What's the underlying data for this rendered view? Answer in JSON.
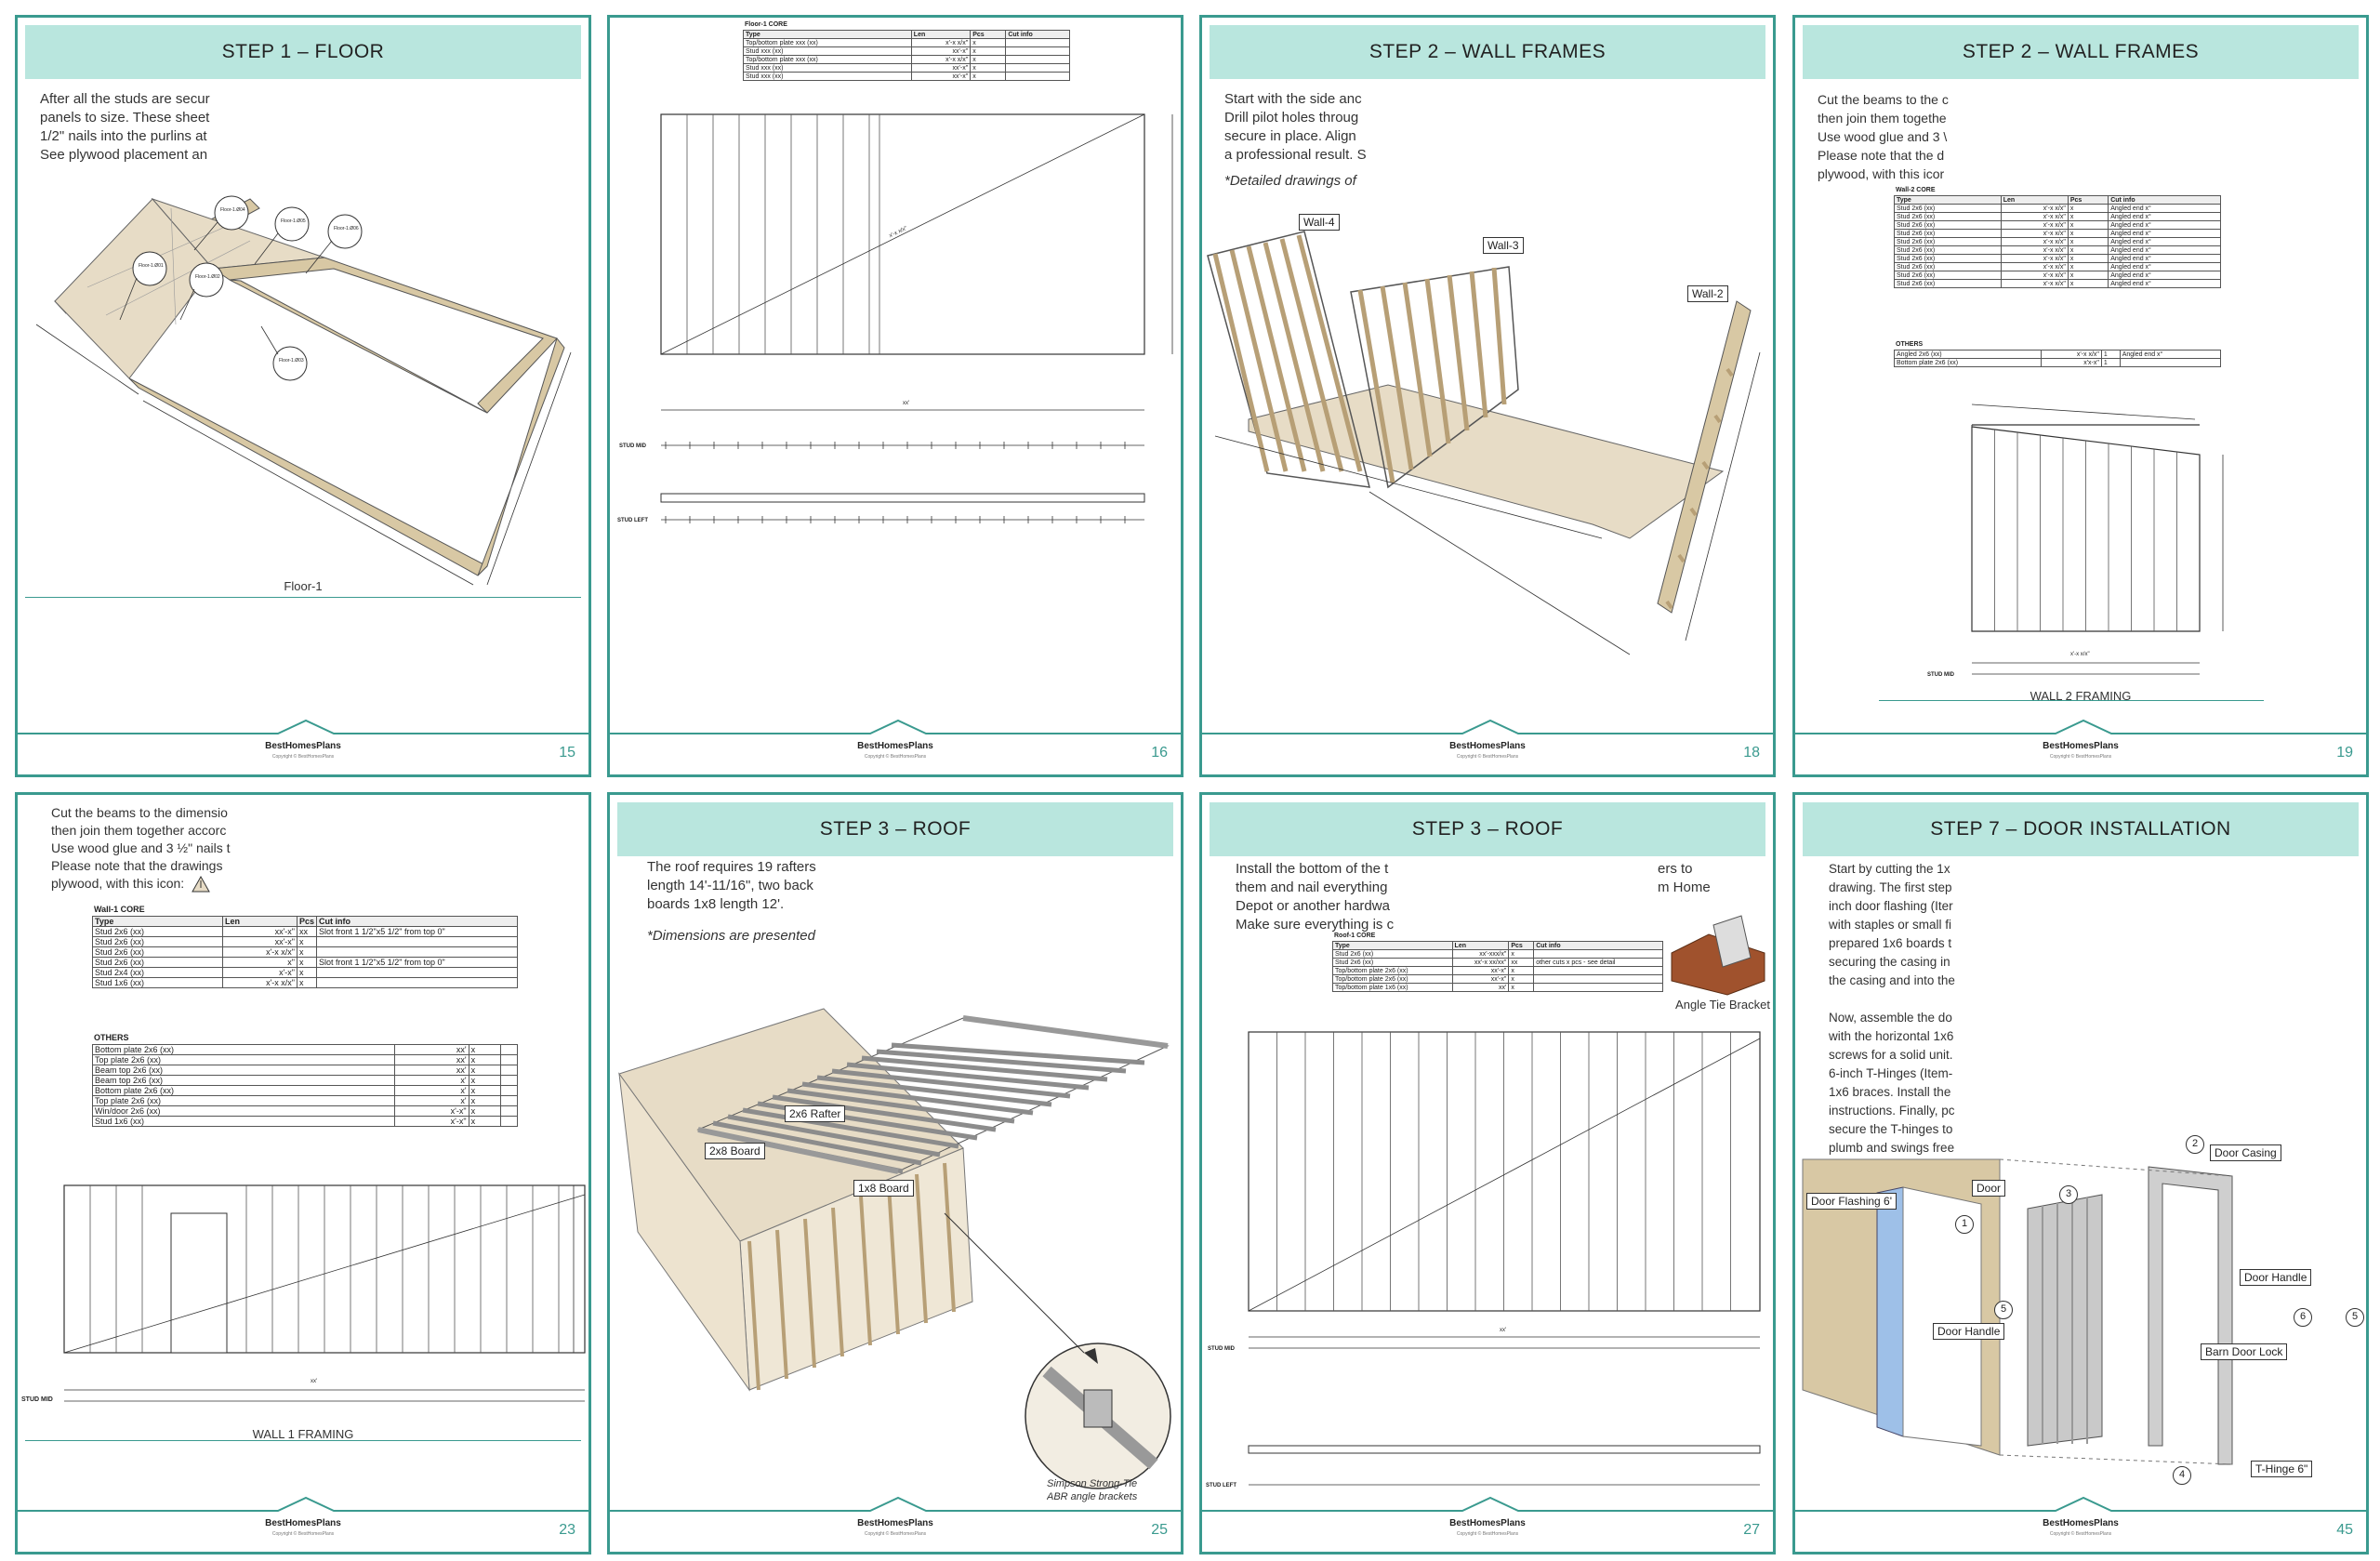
{
  "brand": "BestHomesPlans",
  "copyright": "Copyright © BestHomesPlans",
  "pages": [
    {
      "title": "STEP 1 –  FLOOR",
      "number": "15",
      "text": "After all the studs are secur\npanels to size. These sheet\n1/2\" nails into the purlins at\nSee plywood placement an",
      "caption": "Floor-1",
      "labels": [
        "Floor-1.Ø04",
        "Floor-1.Ø05",
        "Floor-1.Ø06",
        "Floor-1.Ø01",
        "Floor-1.Ø02",
        "Floor-1.Ø03"
      ]
    },
    {
      "title": "",
      "number": "16",
      "table_title": "Floor-1 CORE",
      "table_head": [
        "Type",
        "Len",
        "Pcs",
        "Cut info"
      ],
      "table_rows": [
        [
          "Top/bottom plate xxx (xx)",
          "x'-x x/x\"",
          "x",
          ""
        ],
        [
          "Stud xxx (xx)",
          "xx'-x\"",
          "x",
          ""
        ],
        [
          "Top/bottom plate xxx (xx)",
          "x'-x x/x\"",
          "x",
          ""
        ],
        [
          "Stud xxx (xx)",
          "xx'-x\"",
          "x",
          ""
        ],
        [
          "Stud xxx (xx)",
          "xx'-x\"",
          "x",
          ""
        ]
      ],
      "dim_labels": [
        "STUD MID",
        "STUD LEFT",
        "xx'",
        "x'-x x/x\""
      ]
    },
    {
      "title": "STEP 2 – WALL FRAMES",
      "number": "18",
      "text": "Start with the side anc\nDrill pilot holes throug\nsecure in place. Align\na professional result. S",
      "note": "*Detailed drawings of",
      "callouts": [
        "Wall-4",
        "Wall-3",
        "Wall-2"
      ]
    },
    {
      "title": "STEP 2 – WALL FRAMES",
      "number": "19",
      "text": "Cut the beams to the c\nthen join them togethe\nUse wood glue and 3 \\\nPlease note that the d\nplywood, with this icor",
      "table_title": "Wall-2 CORE",
      "table_head": [
        "Type",
        "Len",
        "Pcs",
        "Cut info"
      ],
      "table_rows": [
        [
          "Stud 2x6 (xx)",
          "x'-x x/x\"",
          "x",
          "Angled end x°"
        ],
        [
          "Stud 2x6 (xx)",
          "x'-x x/x\"",
          "x",
          "Angled end x°"
        ],
        [
          "Stud 2x6 (xx)",
          "x'-x x/x\"",
          "x",
          "Angled end x°"
        ],
        [
          "Stud 2x6 (xx)",
          "x'-x x/x\"",
          "x",
          "Angled end x°"
        ],
        [
          "Stud 2x6 (xx)",
          "x'-x x/x\"",
          "x",
          "Angled end x°"
        ],
        [
          "Stud 2x6 (xx)",
          "x'-x x/x\"",
          "x",
          "Angled end x°"
        ],
        [
          "Stud 2x6 (xx)",
          "x'-x x/x\"",
          "x",
          "Angled end x°"
        ],
        [
          "Stud 2x6 (xx)",
          "x'-x x/x\"",
          "x",
          "Angled end x°"
        ],
        [
          "Stud 2x6 (xx)",
          "x'-x x/x\"",
          "x",
          "Angled end x°"
        ],
        [
          "Stud 2x6 (xx)",
          "x'-x x/x\"",
          "x",
          "Angled end x°"
        ]
      ],
      "others_title": "OTHERS",
      "others_rows": [
        [
          "Angled 2x6 (xx)",
          "x'-x x/x\"",
          "1",
          "Angled end x°"
        ],
        [
          "Bottom plate 2x6 (xx)",
          "x'x-x\"",
          "1",
          ""
        ]
      ],
      "caption": "WALL 2 FRAMING",
      "dim_labels": [
        "STUD MID",
        "x'-x x/x\""
      ]
    },
    {
      "title": "",
      "number": "23",
      "text": "Cut the beams to the dimensio\nthen join them together accorc\nUse wood glue and 3 ½\" nails t\nPlease note that the drawings\nplywood, with this icon:",
      "table_title": "Wall-1 CORE",
      "table_head": [
        "Type",
        "Len",
        "Pcs",
        "Cut info"
      ],
      "table_rows": [
        [
          "Stud 2x6 (xx)",
          "xx'-x\"",
          "xx",
          "Slot front 1 1/2\"x5 1/2\" from top 0\""
        ],
        [
          "Stud 2x6 (xx)",
          "xx'-x\"",
          "x",
          ""
        ],
        [
          "Stud 2x6 (xx)",
          "x'-x x/x\"",
          "x",
          ""
        ],
        [
          "Stud 2x6 (xx)",
          "x\"",
          "x",
          "Slot front 1 1/2\"x5 1/2\" from top 0\""
        ],
        [
          "Stud 2x4 (xx)",
          "x'-x\"",
          "x",
          ""
        ],
        [
          "Stud 1x6 (xx)",
          "x'-x x/x\"",
          "x",
          ""
        ]
      ],
      "others_title": "OTHERS",
      "others_rows": [
        [
          "Bottom plate 2x6 (xx)",
          "xx'",
          "x",
          ""
        ],
        [
          "Top plate 2x6 (xx)",
          "xx'",
          "x",
          ""
        ],
        [
          "Beam top 2x6 (xx)",
          "xx'",
          "x",
          ""
        ],
        [
          "Beam top 2x6 (xx)",
          "x'",
          "x",
          ""
        ],
        [
          "Bottom plate 2x6 (xx)",
          "x'",
          "x",
          ""
        ],
        [
          "Top plate 2x6 (xx)",
          "x'",
          "x",
          ""
        ],
        [
          "Win/door 2x6 (xx)",
          "x'-x\"",
          "x",
          ""
        ],
        [
          "Stud 1x6 (xx)",
          "x'-x\"",
          "x",
          ""
        ]
      ],
      "caption": "WALL 1 FRAMING",
      "dim_labels": [
        "STUD MID",
        "xx'"
      ]
    },
    {
      "title": "STEP 3 – ROOF",
      "number": "25",
      "text": "The roof requires 19 rafters\nlength 14'-11/16\", two back\nboards 1x8 length 12'.",
      "note": "*Dimensions are presented",
      "callouts": [
        "2x6 Rafter",
        "2x8 Board",
        "1x8 Board"
      ],
      "detail_caption": "Simpson Strong-Tie\nABR angle brackets"
    },
    {
      "title": "STEP 3 – ROOF",
      "number": "27",
      "text": "Install the bottom of the t\nthem and nail everything\nDepot or another hardwa\nMake sure everything is c",
      "text_right": "ers to\nm Home",
      "table_title": "Roof-1 CORE",
      "table_head": [
        "Type",
        "Len",
        "Pcs",
        "Cut info"
      ],
      "table_rows": [
        [
          "Stud 2x6 (xx)",
          "xx'-xxx/x\"",
          "x",
          ""
        ],
        [
          "Stud 2x6 (xx)",
          "xx'-x xx/xx\"",
          "xx",
          "other cuts x pcs - see detail"
        ],
        [
          "Top/bottom plate 2x6 (xx)",
          "xx'-x\"",
          "x",
          ""
        ],
        [
          "Top/bottom plate 2x6 (xx)",
          "xx'-x\"",
          "x",
          ""
        ],
        [
          "Top/bottom plate 1x6 (xx)",
          "xx'",
          "x",
          ""
        ]
      ],
      "bracket_caption": "Angle Tie Bracket",
      "dim_labels": [
        "STUD MID",
        "STUD LEFT",
        "xx'"
      ]
    },
    {
      "title": "STEP 7 – DOOR INSTALLATION",
      "number": "45",
      "text": "Start by cutting the 1x\ndrawing. The first step\ninch door flashing (Iter\nwith staples or small fi\nprepared 1x6 boards t\nsecuring the casing in\nthe casing and into the\n\nNow, assemble the do\nwith the horizontal 1x6\nscrews for a solid unit.\n6-inch T-Hinges (Item-\n1x6 braces. Install the\ninstructions. Finally, pc\nsecure the T-hinges to\nplumb and swings free",
      "callouts": [
        "Door Casing",
        "Door",
        "Door Flashing 6'",
        "Door Handle",
        "Door Handle",
        "Barn Door Lock",
        "T-Hinge 6\""
      ],
      "circles": [
        "2",
        "3",
        "1",
        "5",
        "6",
        "5",
        "4"
      ]
    }
  ],
  "colors": {
    "accent": "#3a9a8f",
    "band": "#b9e6de",
    "wood": "#e7dcc6",
    "lumber": "#d8c8a4",
    "flashing": "#9ec0e8"
  }
}
